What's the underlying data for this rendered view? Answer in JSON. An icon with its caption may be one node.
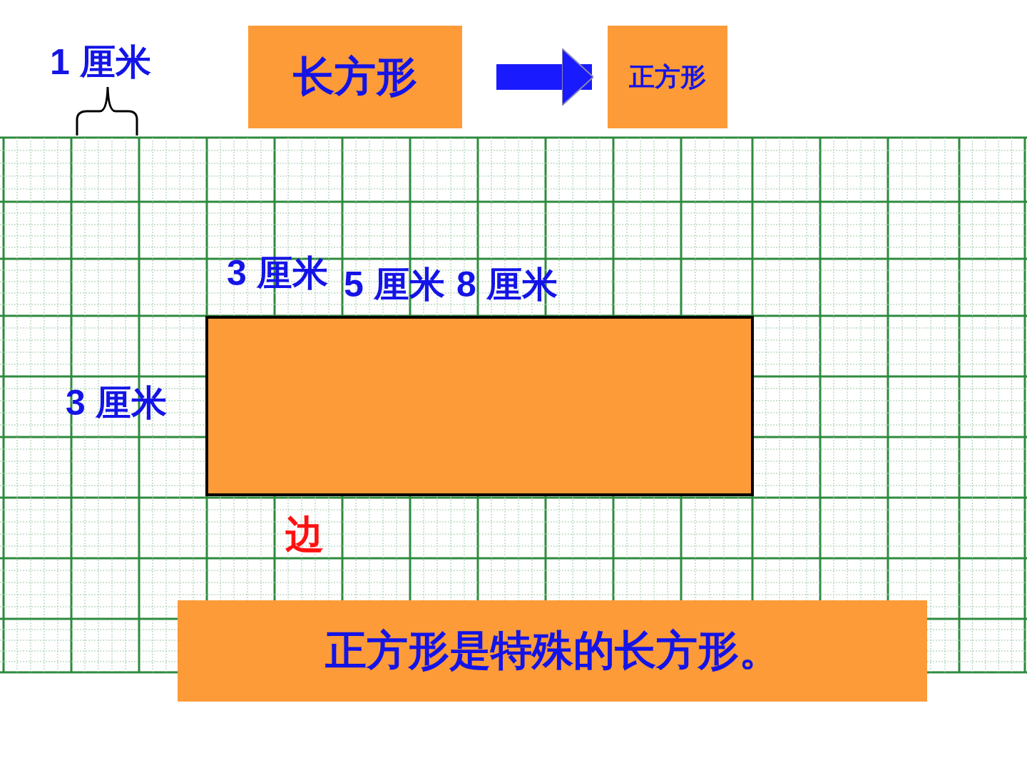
{
  "diagram": {
    "nodes": [
      {
        "text": [
          "长方形"
        ]
      },
      {
        "text": [
          "正方形"
        ]
      },
      {
        "text": [],
        "shape": "box"
      },
      {
        "text": [
          "正方形是特殊的长方形。"
        ]
      }
    ],
    "edges": [
      {
        "from": 0,
        "to": 1,
        "arrow": "to"
      }
    ],
    "labels": [
      "1 厘米",
      "3 厘米",
      "5 厘米",
      "8 厘米",
      "3 厘米",
      "边"
    ]
  }
}
